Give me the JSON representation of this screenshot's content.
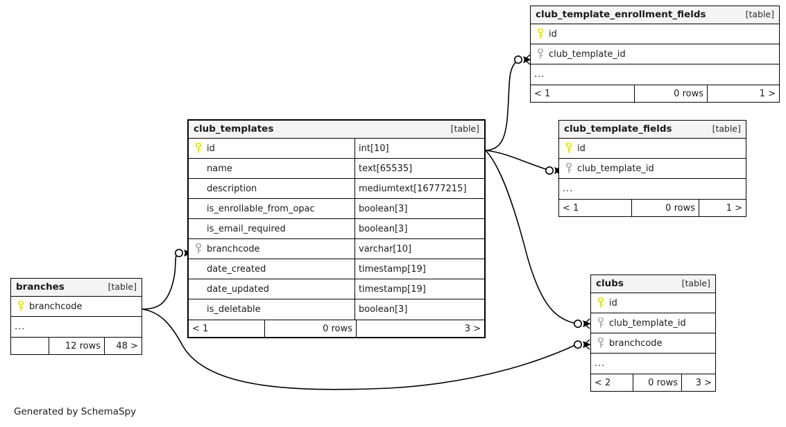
{
  "diagram": {
    "caption": "Generated by SchemaSpy",
    "kind_label": "[table]",
    "ellipsis": "...",
    "colors": {
      "primary_key": "#e8e80a",
      "foreign_key": "#b4b4b4",
      "header_background": "#f4f4f4",
      "border": "#000000",
      "background": "#ffffff"
    }
  },
  "tables": {
    "club_template_enrollment_fields": {
      "name": "club_template_enrollment_fields",
      "kind": "[table]",
      "columns": [
        {
          "name": "id",
          "key": "primary",
          "type": ""
        },
        {
          "name": "club_template_id",
          "key": "foreign",
          "type": ""
        }
      ],
      "more": "...",
      "footer": {
        "left": "< 1",
        "middle": "0 rows",
        "right": "1 >"
      }
    },
    "club_templates": {
      "name": "club_templates",
      "kind": "[table]",
      "columns": [
        {
          "name": "id",
          "key": "primary",
          "type": "int[10]"
        },
        {
          "name": "name",
          "key": "none",
          "type": "text[65535]"
        },
        {
          "name": "description",
          "key": "none",
          "type": "mediumtext[16777215]"
        },
        {
          "name": "is_enrollable_from_opac",
          "key": "none",
          "type": "boolean[3]"
        },
        {
          "name": "is_email_required",
          "key": "none",
          "type": "boolean[3]"
        },
        {
          "name": "branchcode",
          "key": "foreign",
          "type": "varchar[10]"
        },
        {
          "name": "date_created",
          "key": "none",
          "type": "timestamp[19]"
        },
        {
          "name": "date_updated",
          "key": "none",
          "type": "timestamp[19]"
        },
        {
          "name": "is_deletable",
          "key": "none",
          "type": "boolean[3]"
        }
      ],
      "footer": {
        "left": "< 1",
        "middle": "0 rows",
        "right": "3 >"
      }
    },
    "club_template_fields": {
      "name": "club_template_fields",
      "kind": "[table]",
      "columns": [
        {
          "name": "id",
          "key": "primary",
          "type": ""
        },
        {
          "name": "club_template_id",
          "key": "foreign",
          "type": ""
        }
      ],
      "more": "...",
      "footer": {
        "left": "< 1",
        "middle": "0 rows",
        "right": "1 >"
      }
    },
    "clubs": {
      "name": "clubs",
      "kind": "[table]",
      "columns": [
        {
          "name": "id",
          "key": "primary",
          "type": ""
        },
        {
          "name": "club_template_id",
          "key": "foreign",
          "type": ""
        },
        {
          "name": "branchcode",
          "key": "foreign",
          "type": ""
        }
      ],
      "more": "...",
      "footer": {
        "left": "< 2",
        "middle": "0 rows",
        "right": "3 >"
      }
    },
    "branches": {
      "name": "branches",
      "kind": "[table]",
      "columns": [
        {
          "name": "branchcode",
          "key": "primary",
          "type": ""
        }
      ],
      "more": "...",
      "footer": {
        "left": "",
        "middle": "12 rows",
        "right": "48 >"
      }
    }
  },
  "relationships": [
    {
      "from": "club_templates.id",
      "to": "club_template_enrollment_fields.club_template_id"
    },
    {
      "from": "club_templates.id",
      "to": "club_template_fields.club_template_id"
    },
    {
      "from": "club_templates.id",
      "to": "clubs.club_template_id"
    },
    {
      "from": "branches.branchcode",
      "to": "club_templates.branchcode"
    },
    {
      "from": "branches.branchcode",
      "to": "clubs.branchcode"
    }
  ]
}
